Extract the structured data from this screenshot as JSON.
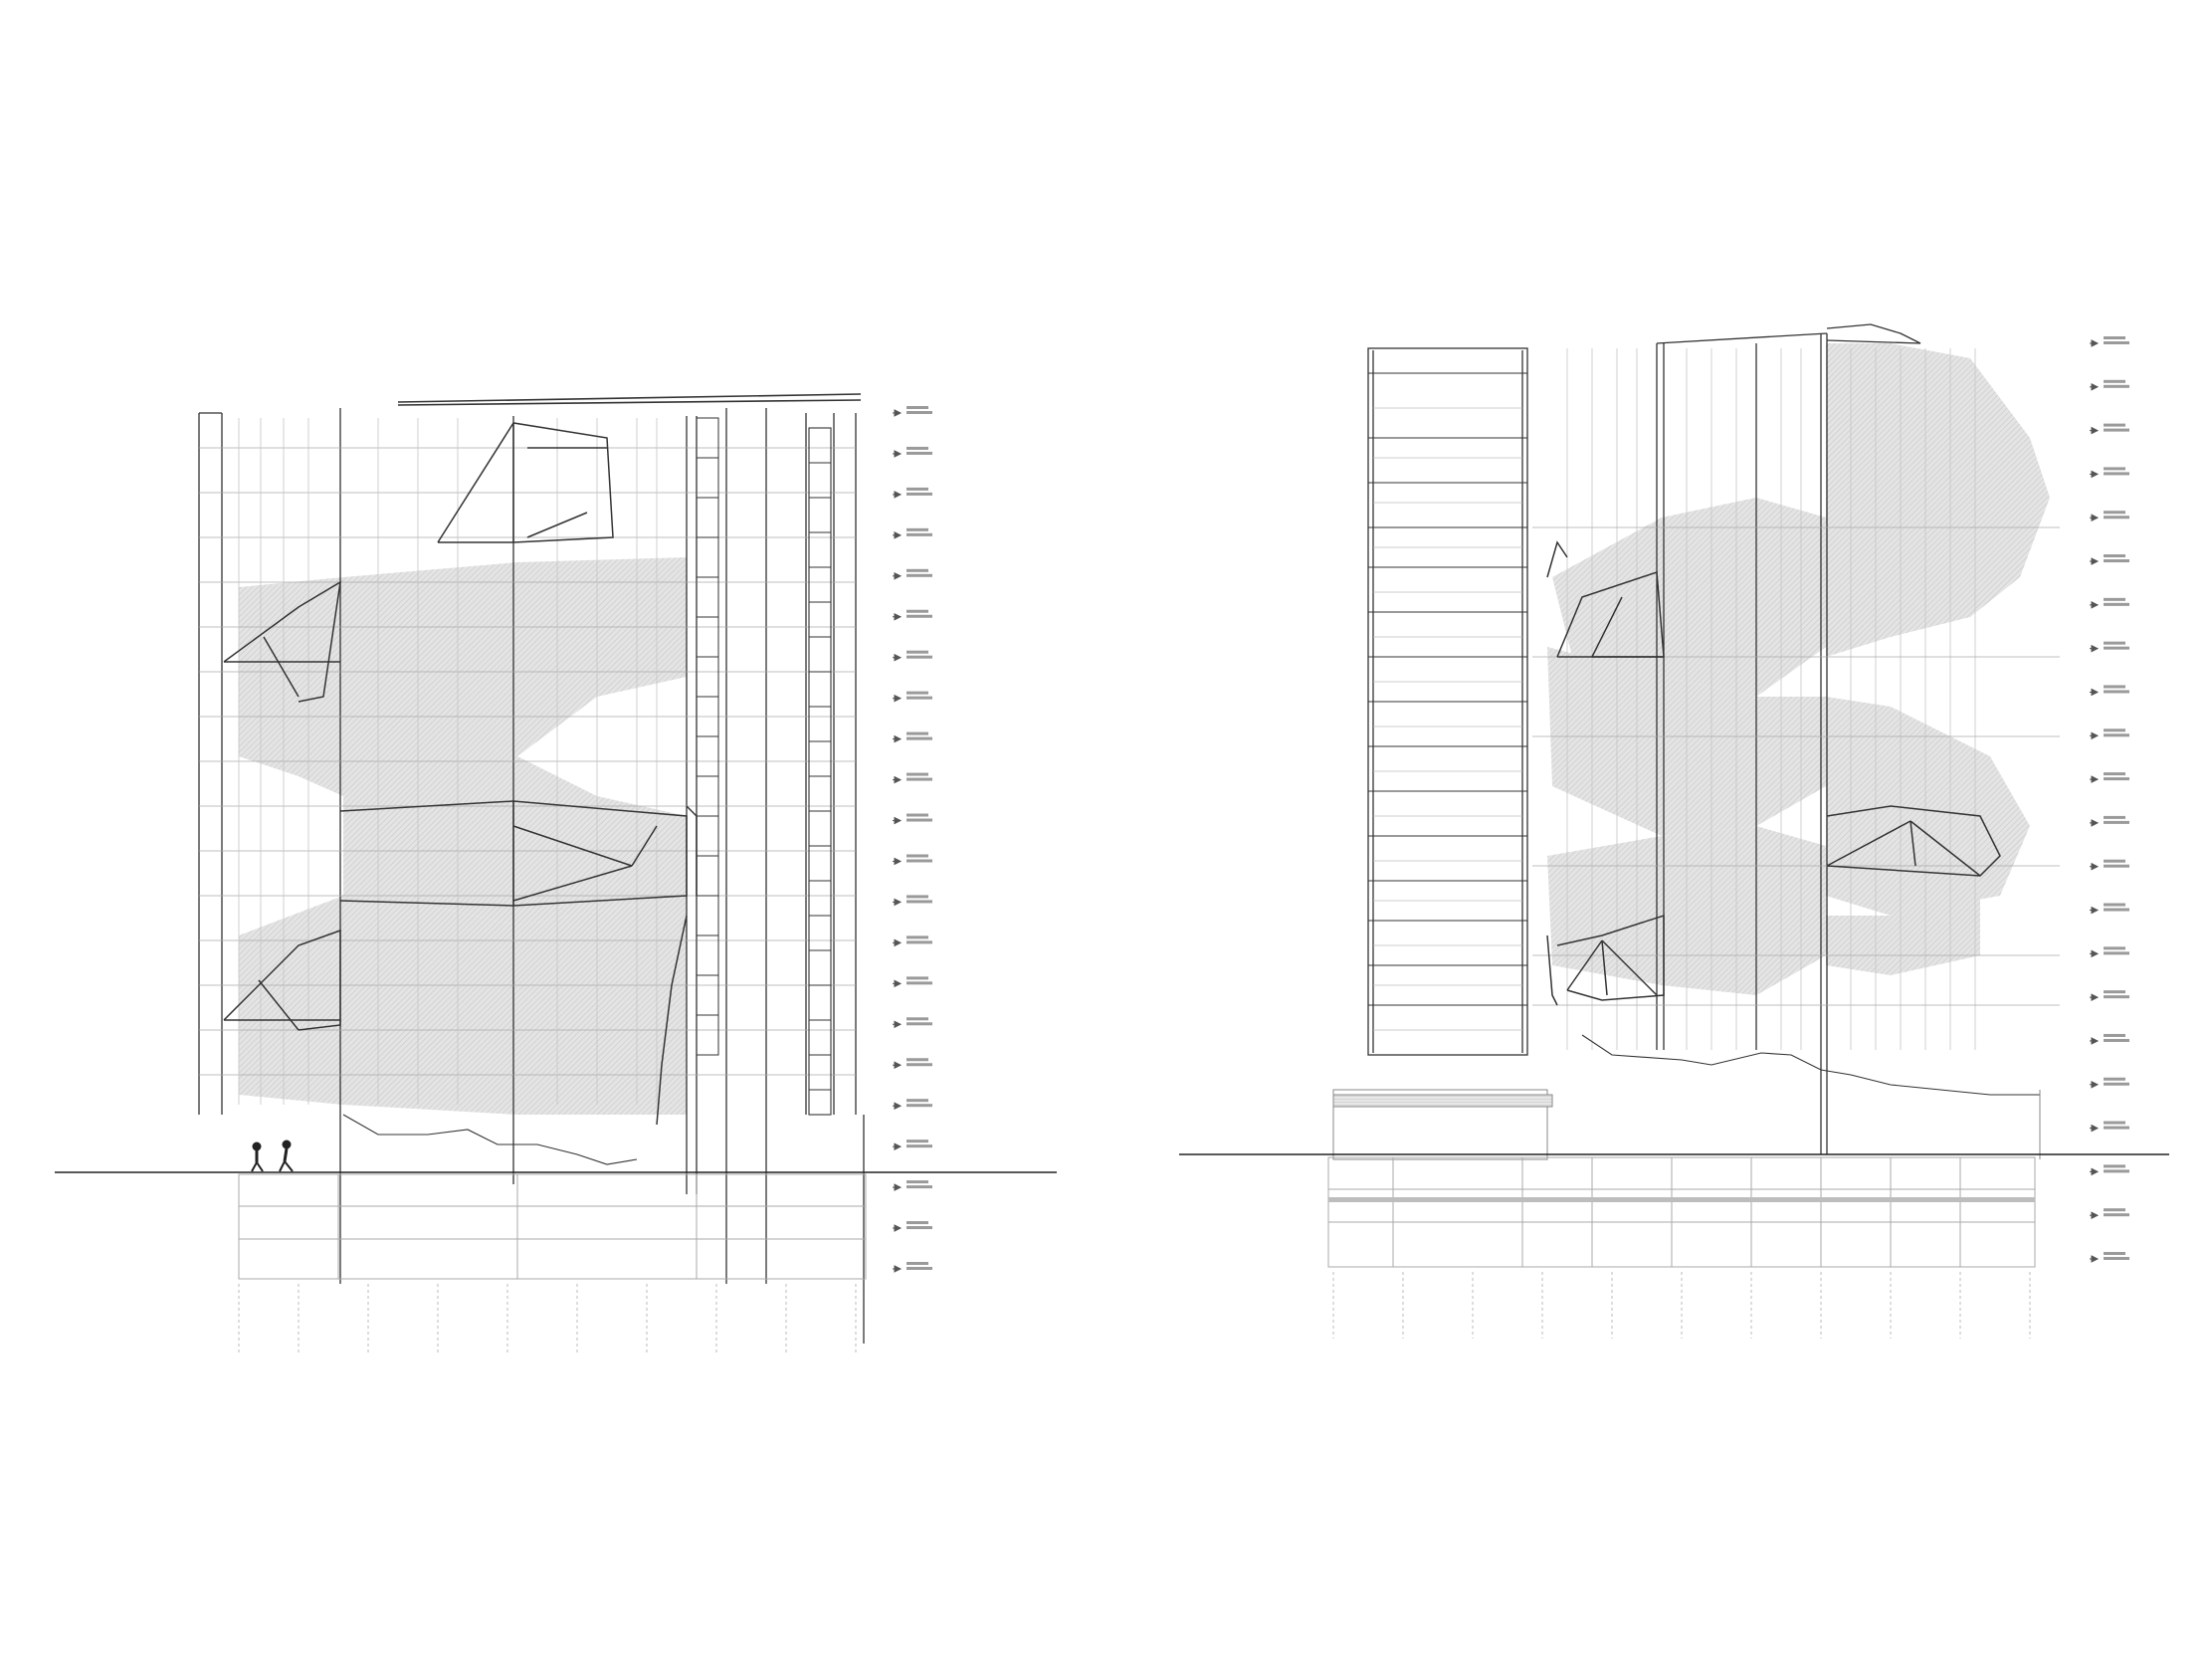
{
  "sheet": {
    "background": "#ffffff",
    "line_color": "#333333",
    "shade_color": "#d6d6d6",
    "light_line_color": "#bdbdbd"
  },
  "section_a": {
    "level_tag_count": 22,
    "has_ground_line": true,
    "has_human_figures": true,
    "basement_levels": 3
  },
  "section_b": {
    "level_tag_count": 22,
    "has_ground_line": true,
    "basement_levels": 3
  }
}
